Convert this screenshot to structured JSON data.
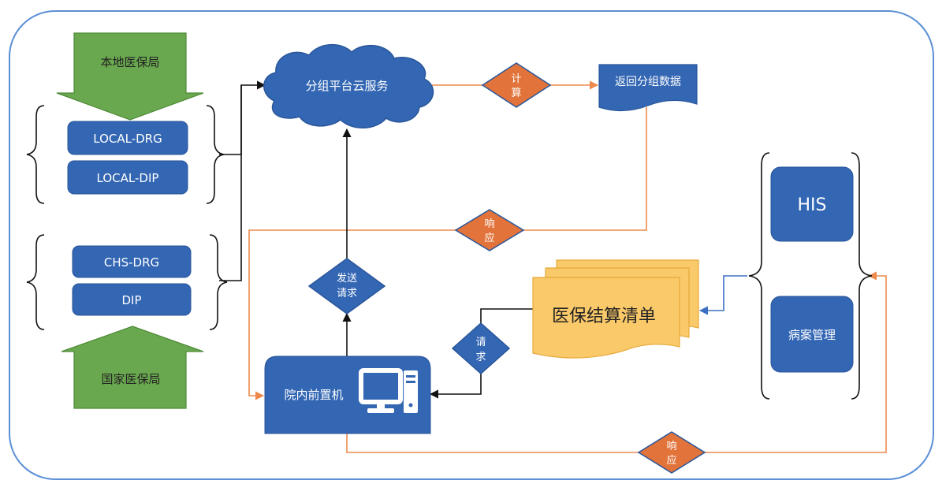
{
  "colors": {
    "blue": "#3366b3",
    "green": "#6aa84f",
    "orange": "#e2733a",
    "orange_line": "#ec8a4d",
    "doc": "#f9c96a",
    "frame": "#5b8fd6"
  },
  "icons": [
    "computer-icon"
  ],
  "nodes": {
    "local_bureau": "本地医保局",
    "local_drg": "LOCAL-DRG",
    "local_dip": "LOCAL-DIP",
    "chs_drg": "CHS-DRG",
    "dip": "DIP",
    "national_bureau": "国家医保局",
    "cloud": "分组平台云服务",
    "return_data": "返回分组数据",
    "front_machine": "院内前置机",
    "settlement_list": "医保结算清单",
    "his": "HIS",
    "case_mgmt": "病案管理"
  },
  "diamonds": {
    "calc_1": "计",
    "calc_2": "算",
    "resp_top_1": "响",
    "resp_top_2": "应",
    "send_1": "发送",
    "send_2": "请求",
    "req_1": "请",
    "req_2": "求",
    "resp_bot_1": "响",
    "resp_bot_2": "应"
  }
}
